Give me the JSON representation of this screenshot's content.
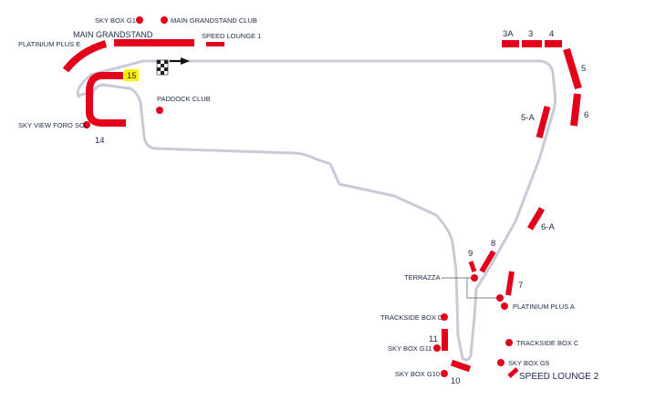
{
  "colors": {
    "stand": "#e3001b",
    "track": "#c8cad8",
    "text": "#1c2a4a",
    "highlight": "#fff200"
  },
  "icons": {
    "finish": "checkered-flag-icon",
    "direction": "direction-arrow-icon"
  },
  "labels": {
    "sky_box_g1": "SKY BOX G1",
    "main_grandstand_club": "MAIN GRANDSTAND CLUB",
    "main_grandstand": "MAIN GRANDSTAND",
    "speed_lounge_1": "SPEED LOUNGE 1",
    "platinum_plus_e": "PLATINIUM PLUS E",
    "paddock_club": "PADDOCK CLUB",
    "sky_view_foro_sol": "SKY VIEW FORO SOL",
    "terrazza": "TERRAZZA",
    "platinum_plus_a": "PLATINIUM PLUS A",
    "trackside_box_d": "TRACKSIDE BOX D",
    "sky_box_g11": "SKY BOX G11",
    "trackside_box_c": "TRACKSIDE BOX C",
    "sky_box_g9": "SKY BOX G9",
    "speed_lounge_2": "SPEED LOUNGE 2",
    "sky_box_g10": "SKY BOX G10"
  },
  "turns": {
    "t3a": "3A",
    "t3": "3",
    "t4": "4",
    "t5": "5",
    "t5a": "5-A",
    "t6": "6",
    "t6a": "6-A",
    "t7": "7",
    "t8": "8",
    "t9": "9",
    "t10": "10",
    "t11": "11",
    "t14": "14",
    "t15": "15"
  }
}
